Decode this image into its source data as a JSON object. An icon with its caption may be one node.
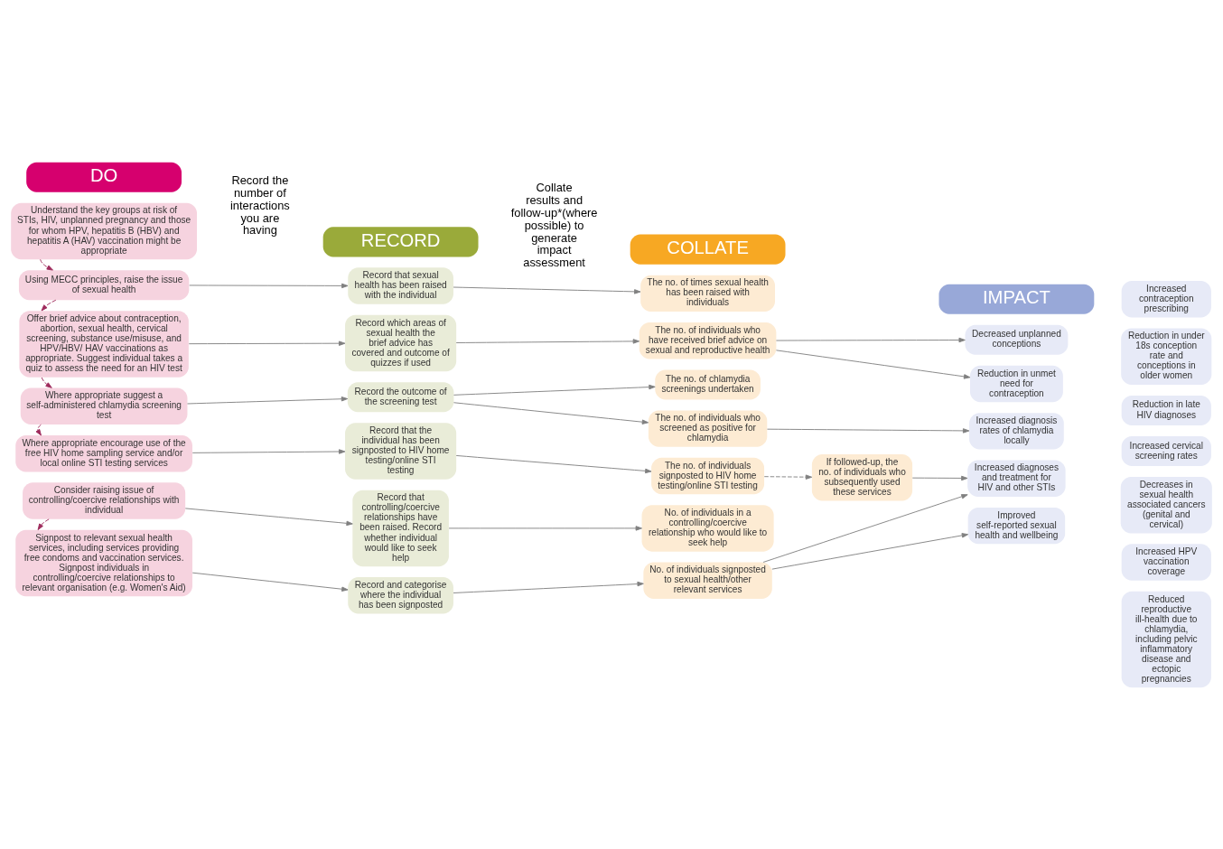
{
  "diagram": {
    "nodes": [
      {
        "text": [
          "DO"
        ]
      },
      {
        "text": [
          "RECORD"
        ]
      },
      {
        "text": [
          "COLLATE"
        ]
      },
      {
        "text": [
          "IMPACT"
        ]
      },
      {
        "text": [
          "Understand the key groups at risk of STIs, HIV, unplanned pregnancy and those for whom HPV, hepatitis B (HBV) and hepatitis A (HAV) vaccination might be appropriate"
        ]
      },
      {
        "text": [
          "Using MECC principles, raise the issue of sexual health"
        ]
      },
      {
        "text": [
          "Offer brief advice about contraception, abortion, sexual health, cervical screening, substance use/misuse, and HPV/HBV/ HAV vaccinations as appropriate. Suggest individual takes a quiz to assess the need for an HIV test"
        ]
      },
      {
        "text": [
          "Where appropriate suggest a self-administered chlamydia screening test"
        ]
      },
      {
        "text": [
          "Where appropriate encourage use of the free HIV home sampling service and/or local online STI testing services"
        ]
      },
      {
        "text": [
          "Consider raising issue of controlling/coercive relationships with individual"
        ]
      },
      {
        "text": [
          "Signpost to relevant sexual health services, including services providing free condoms and vaccination services. Signpost individuals in controlling/coercive relationships to relevant organisation (e.g. Women's Aid)"
        ]
      },
      {
        "text": [
          "Record that sexual health has been raised with the individual"
        ]
      },
      {
        "text": [
          "Record which areas of sexual health the brief advice has covered and outcome of quizzes if used"
        ]
      },
      {
        "text": [
          "Record the outcome of the screening test"
        ]
      },
      {
        "text": [
          "Record that the individual has been signposted to HIV home testing/online STI testing"
        ]
      },
      {
        "text": [
          "Record that controlling/coercive relationships have been raised. Record whether individual would like to seek help"
        ]
      },
      {
        "text": [
          "Record and categorise where the individual has been signposted"
        ]
      },
      {
        "text": [
          "The no. of times sexual health has been raised with individuals"
        ]
      },
      {
        "text": [
          "The no. of individuals who have received brief advice on sexual and reproductive health"
        ]
      },
      {
        "text": [
          "The no. of chlamydia screenings undertaken"
        ]
      },
      {
        "text": [
          "The no. of individuals who screened as positive for chlamydia"
        ]
      },
      {
        "text": [
          "The no. of individuals signposted to HIV home testing/online STI testing"
        ]
      },
      {
        "text": [
          "If followed-up, the no. of individuals who subsequently used these services"
        ]
      },
      {
        "text": [
          "No. of individuals in a controlling/coercive relationship who would like to seek help"
        ]
      },
      {
        "text": [
          "No. of individuals signposted to sexual health/other relevant services"
        ]
      },
      {
        "text": [
          "Decreased unplanned conceptions"
        ]
      },
      {
        "text": [
          "Reduction in unmet need for contraception"
        ]
      },
      {
        "text": [
          "Increased diagnosis rates of chlamydia locally"
        ]
      },
      {
        "text": [
          "Increased diagnoses and treatment for HIV and other STIs"
        ]
      },
      {
        "text": [
          "Improved self-reported sexual health and wellbeing"
        ]
      },
      {
        "text": [
          "Increased contraception prescribing"
        ]
      },
      {
        "text": [
          "Reduction in under 18s conception rate and conceptions in older women"
        ]
      },
      {
        "text": [
          "Reduction in late HIV diagnoses"
        ]
      },
      {
        "text": [
          "Increased cervical screening rates"
        ]
      },
      {
        "text": [
          "Decreases in sexual health associated cancers (genital and cervical)"
        ]
      },
      {
        "text": [
          "Increased HPV vaccination coverage"
        ]
      },
      {
        "text": [
          "Reduced reproductive ill-health due to chlamydia, including pelvic inflammatory disease and ectopic pregnancies"
        ]
      }
    ],
    "edges": [
      {
        "from": 4,
        "to": 5,
        "arrow": "to",
        "style": "dashed",
        "color": "#9e2a5c"
      },
      {
        "from": 5,
        "to": 6,
        "arrow": "to",
        "style": "dashed",
        "color": "#9e2a5c"
      },
      {
        "from": 6,
        "to": 7,
        "arrow": "to",
        "style": "dashed",
        "color": "#9e2a5c"
      },
      {
        "from": 7,
        "to": 8,
        "arrow": "to",
        "style": "dashed",
        "color": "#9e2a5c"
      },
      {
        "from": 9,
        "to": 10,
        "arrow": "to",
        "style": "dashed",
        "color": "#9e2a5c"
      },
      {
        "from": 5,
        "to": 11,
        "arrow": "to"
      },
      {
        "from": 6,
        "to": 12,
        "arrow": "to"
      },
      {
        "from": 7,
        "to": 13,
        "arrow": "to"
      },
      {
        "from": 8,
        "to": 14,
        "arrow": "to"
      },
      {
        "from": 9,
        "to": 15,
        "arrow": "to"
      },
      {
        "from": 10,
        "to": 16,
        "arrow": "to"
      },
      {
        "from": 11,
        "to": 17,
        "arrow": "to"
      },
      {
        "from": 12,
        "to": 18,
        "arrow": "to"
      },
      {
        "from": 13,
        "to": 19,
        "arrow": "to"
      },
      {
        "from": 13,
        "to": 20,
        "arrow": "to"
      },
      {
        "from": 14,
        "to": 21,
        "arrow": "to"
      },
      {
        "from": 15,
        "to": 23,
        "arrow": "to"
      },
      {
        "from": 16,
        "to": 24,
        "arrow": "to"
      },
      {
        "from": 21,
        "to": 22,
        "arrow": "to",
        "style": "dashed"
      },
      {
        "from": 18,
        "to": 25,
        "arrow": "to"
      },
      {
        "from": 18,
        "to": 26,
        "arrow": "to"
      },
      {
        "from": 20,
        "to": 27,
        "arrow": "to"
      },
      {
        "from": 22,
        "to": 28,
        "arrow": "to"
      },
      {
        "from": 24,
        "to": 28,
        "arrow": "to"
      },
      {
        "from": 24,
        "to": 29,
        "arrow": "to"
      }
    ],
    "labels": [
      "Record the number of interactions you are having",
      "Collate results and follow-up*(where possible) to generate impact assessment"
    ]
  }
}
